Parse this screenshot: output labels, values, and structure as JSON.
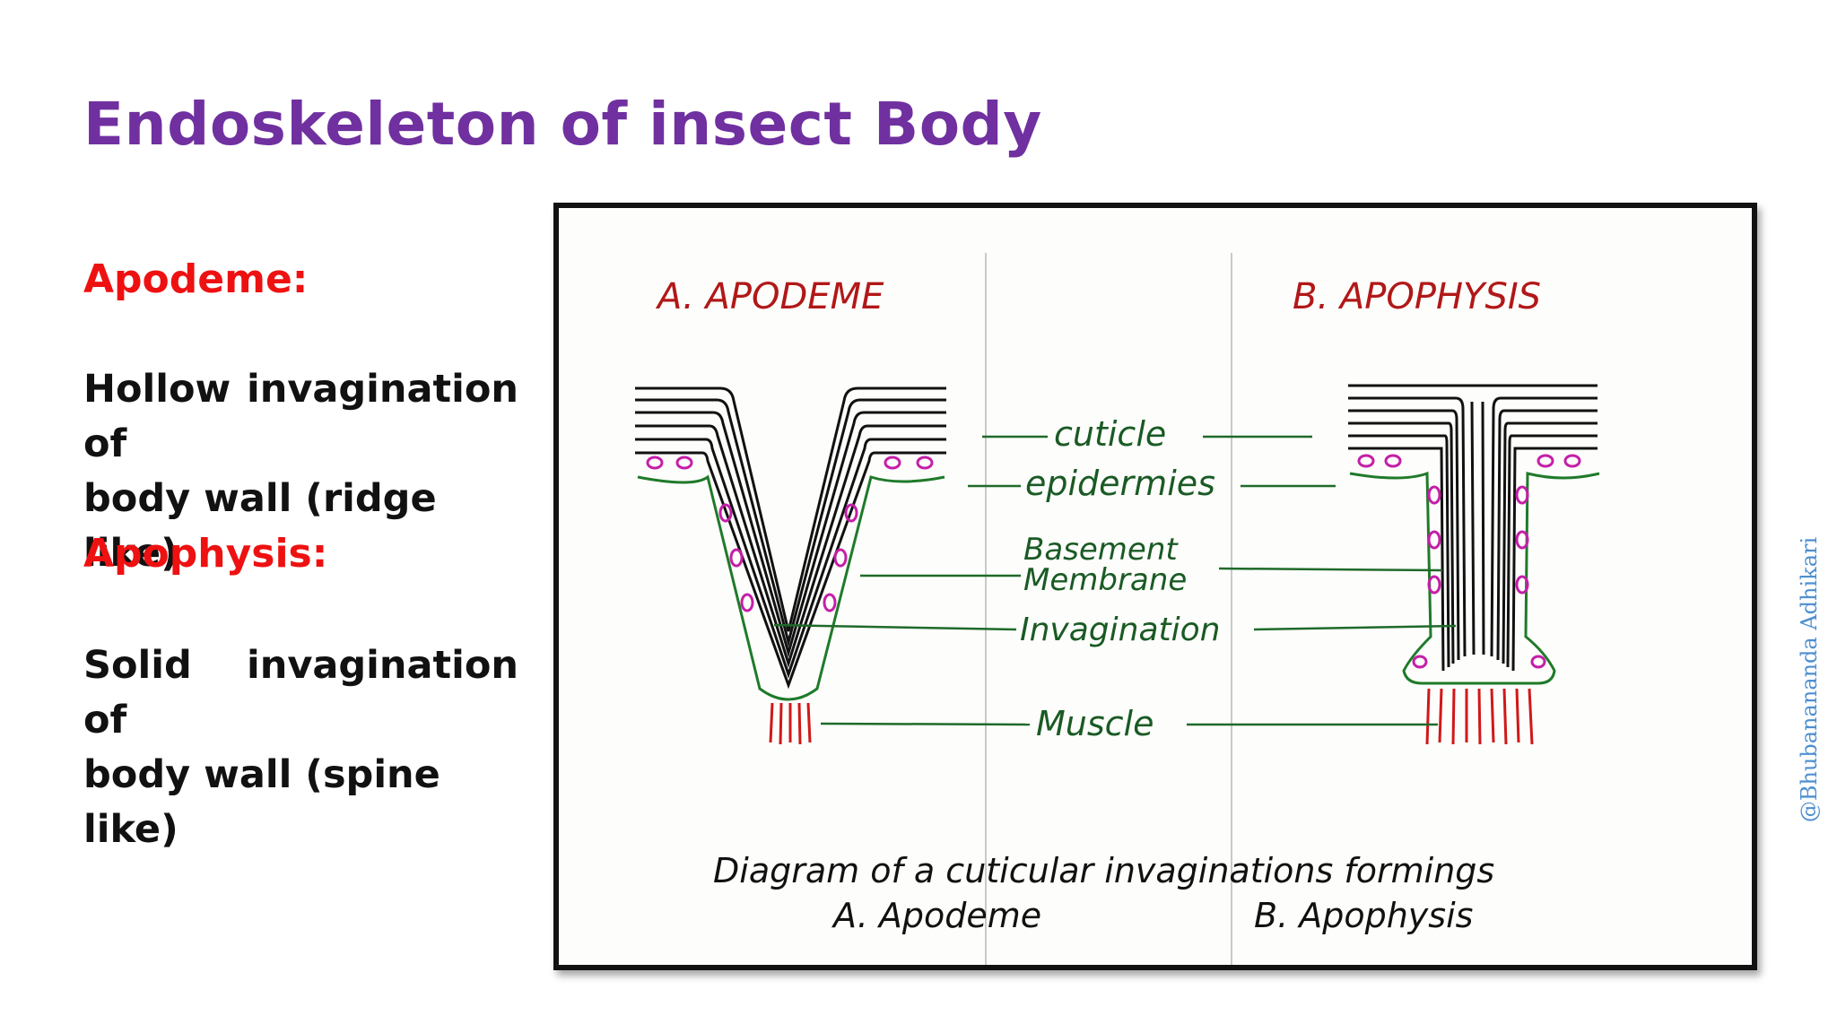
{
  "slide": {
    "title": "Endoskeleton of insect Body",
    "apodeme_term": "Apodeme:",
    "apodeme_desc_line1": "Hollow invagination of",
    "apodeme_desc_line2": "body wall (ridge like)",
    "apophysis_term": "Apophysis:",
    "apophysis_desc_line1": "Solid invagination of",
    "apophysis_desc_line2": "body wall (spine like)",
    "watermark": "@Bhubanananda Adhikari"
  },
  "diagram": {
    "heading_a": "A. APODEME",
    "heading_b": "B. APOPHYSIS",
    "labels": [
      "cuticle",
      "epidermies",
      "Basement",
      "Membrane",
      "Invagination",
      "Muscle"
    ],
    "caption_line1": "Diagram of a cuticular invaginations formings",
    "caption_a": "A. Apodeme",
    "caption_b": "B. Apophysis",
    "colors": {
      "ink": "#111111",
      "epidermis": "#1f7a2a",
      "cell_nucleus": "#c41fa8",
      "muscle": "#d01818",
      "leader": "#1f6a2a"
    }
  }
}
